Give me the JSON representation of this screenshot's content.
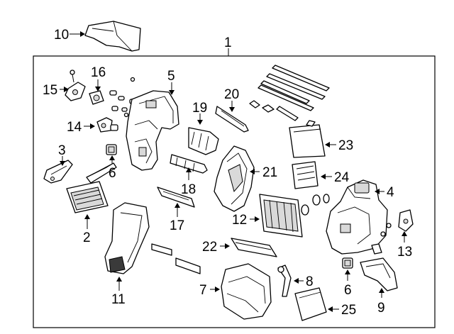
{
  "diagram": {
    "callouts": {
      "c1": "1",
      "c2": "2",
      "c3": "3",
      "c4": "4",
      "c5": "5",
      "c6a": "6",
      "c6b": "6",
      "c7": "7",
      "c8": "8",
      "c9": "9",
      "c10": "10",
      "c11": "11",
      "c12": "12",
      "c13": "13",
      "c14": "14",
      "c15": "15",
      "c16": "16",
      "c17": "17",
      "c18": "18",
      "c19": "19",
      "c20": "20",
      "c21": "21",
      "c22": "22",
      "c23": "23",
      "c24": "24",
      "c25": "25"
    }
  }
}
